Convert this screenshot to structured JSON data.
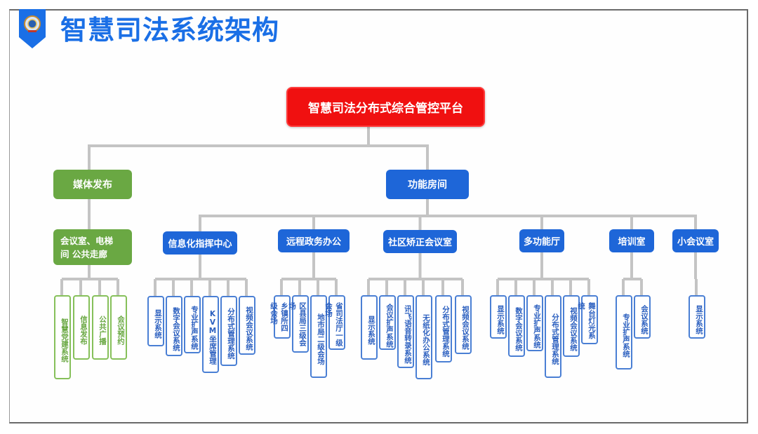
{
  "header": {
    "title": "智慧司法系统架构",
    "logo": "court-emblem-icon",
    "accent_color": "#1a6fe6"
  },
  "root": {
    "label": "智慧司法分布式综合管控平台",
    "color": "#f01010"
  },
  "level1": [
    {
      "label": "媒体发布",
      "color": "#6aa843"
    },
    {
      "label": "功能房间",
      "color": "#1e66d8"
    }
  ],
  "media": {
    "location": "会议室、电梯间 公共走廊",
    "location_line1": "会议室、电梯",
    "location_line2": "间 公共走廊",
    "items": [
      "智慧党建系统",
      "信息发布",
      "公共广播",
      "会议预约"
    ]
  },
  "rooms": [
    {
      "label": "信息化指挥中心",
      "items": [
        "显示系统",
        "数字会议系统",
        "专业扩声系统",
        "KVM坐席管理",
        "分布式管理系统",
        "视频会议系统"
      ]
    },
    {
      "label": "远程政务办公",
      "items": [
        "乡镇所四级会场",
        "区县局三级会场",
        "地市局二级会场",
        "省司法厅一级会场"
      ]
    },
    {
      "label": "社区矫正会议室",
      "items": [
        "显示系统",
        "会议扩声系统",
        "讯飞语音转录系统",
        "无纸化办公系统",
        "分布式管理系统",
        "视频会议系统"
      ]
    },
    {
      "label": "多功能厅",
      "items": [
        "显示系统",
        "数字会议系统",
        "专业扩声系统",
        "分布式管理系统",
        "视频会议系统",
        "舞台灯光系统"
      ]
    },
    {
      "label": "培训室",
      "items": [
        "专业扩声系统",
        "会议系统"
      ]
    },
    {
      "label": "小会议室",
      "items": [
        "显示系统"
      ]
    }
  ],
  "colors": {
    "connector": "#c4c4c4",
    "leaf_border_blue": "#4a7fd4",
    "leaf_border_green": "#86c05a"
  }
}
